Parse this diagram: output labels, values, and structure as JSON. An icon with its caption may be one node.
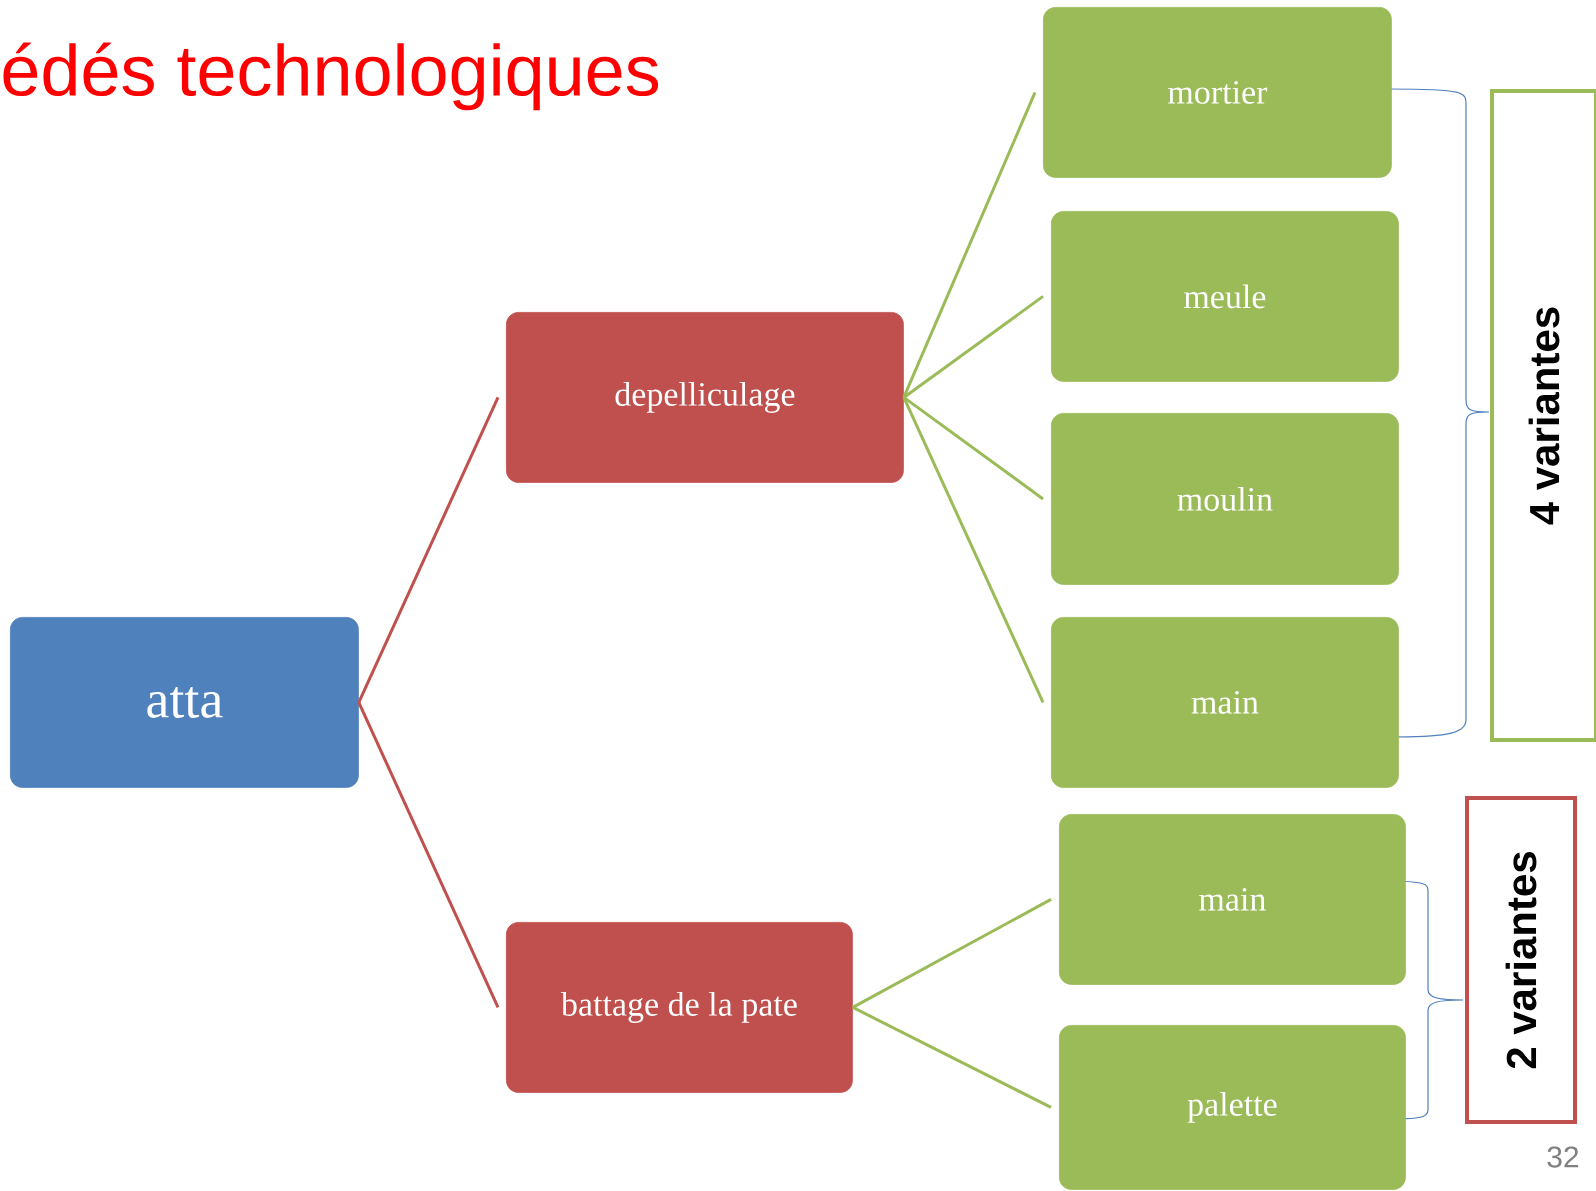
{
  "diagram": {
    "title": "édés technologiques",
    "nodes": [
      {
        "text": [
          "atta"
        ]
      },
      {
        "text": [
          "depelliculage"
        ]
      },
      {
        "text": [
          "battage de la pate"
        ]
      },
      {
        "text": [
          "mortier"
        ]
      },
      {
        "text": [
          "meule"
        ]
      },
      {
        "text": [
          "moulin"
        ]
      },
      {
        "text": [
          "main"
        ]
      },
      {
        "text": [
          "main"
        ]
      },
      {
        "text": [
          "palette"
        ]
      },
      {
        "text": [
          "4 variantes"
        ]
      },
      {
        "text": [
          "2 variantes"
        ]
      }
    ],
    "edges": [
      {
        "from": 0,
        "to": 1,
        "arrow": "none",
        "color": "#c0504d"
      },
      {
        "from": 0,
        "to": 2,
        "arrow": "none",
        "color": "#c0504d"
      },
      {
        "from": 1,
        "to": 3,
        "arrow": "none"
      },
      {
        "from": 1,
        "to": 4,
        "arrow": "none"
      },
      {
        "from": 1,
        "to": 5,
        "arrow": "none"
      },
      {
        "from": 1,
        "to": 6,
        "arrow": "none"
      },
      {
        "from": 2,
        "to": 7,
        "arrow": "none"
      },
      {
        "from": 2,
        "to": 8,
        "arrow": "none"
      }
    ],
    "labels": [
      "32"
    ]
  }
}
